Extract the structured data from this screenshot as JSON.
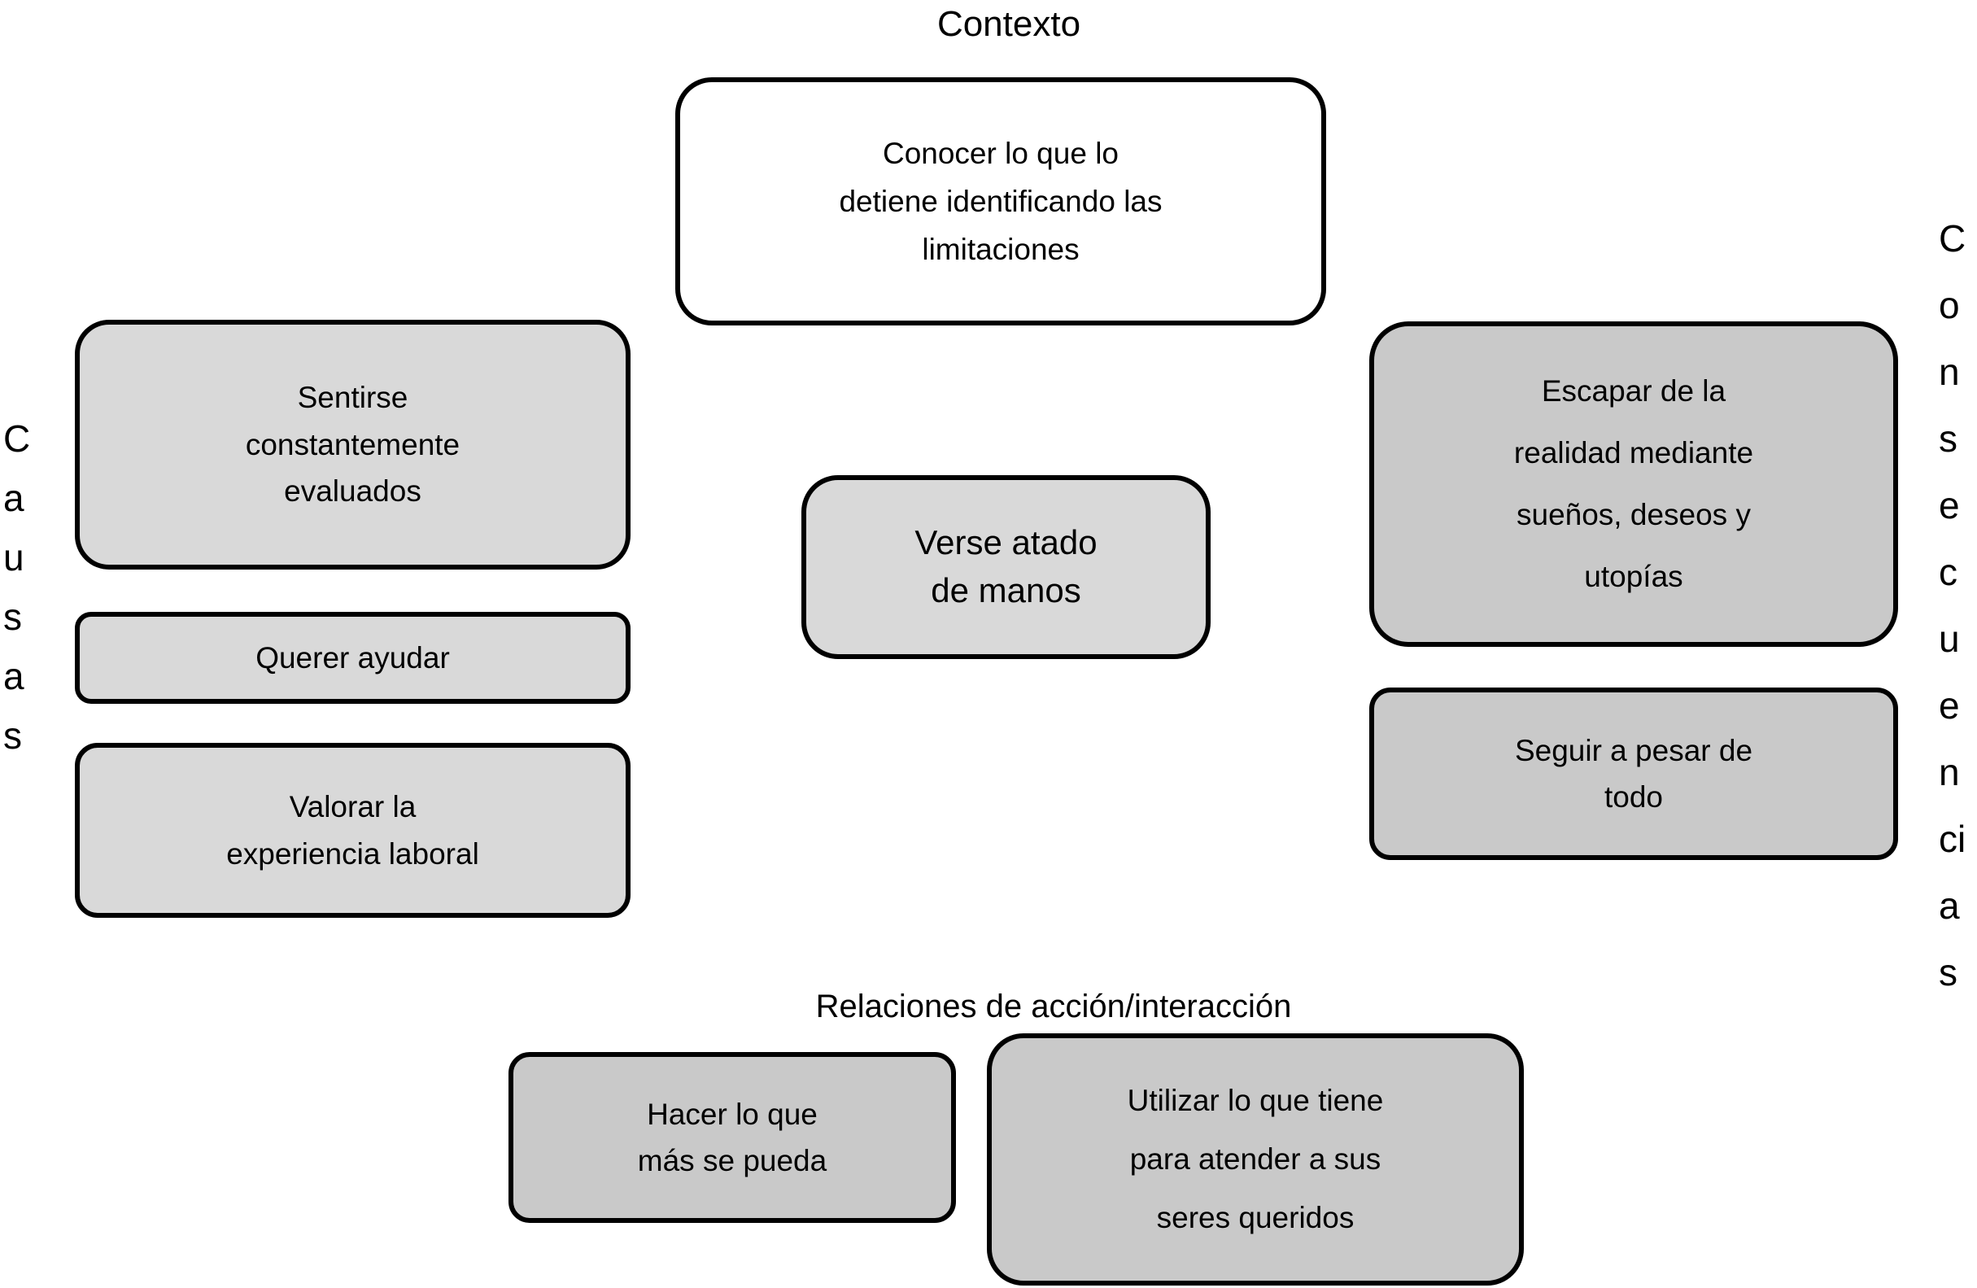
{
  "diagram": {
    "top_title": "Contexto",
    "bottom_title": "Relaciones de acción/interacción",
    "left_vertical_label": {
      "word": "Causas",
      "stacked": "C\na\nu\ns\na\ns"
    },
    "right_vertical_label": {
      "word": "Consecuencias",
      "stacked": "C\no\nn\ns\ne\nc\nu\ne\nn\nci\na\ns"
    },
    "boxes": {
      "context": "Conocer lo que lo\ndetiene identificando las\nlimitaciones",
      "cause_1": "Sentirse\nconstantemente\nevaluados",
      "cause_2": "Querer ayudar",
      "cause_3": "Valorar la\nexperiencia laboral",
      "central": "Verse atado\nde manos",
      "consequence_1": "Escapar de la\nrealidad mediante\nsueños, deseos y\nutopías",
      "consequence_2": "Seguir a pesar de\ntodo",
      "action_1": "Hacer lo que\nmás se pueda",
      "action_2": "Utilizar lo que tiene\npara atender a sus\nseres queridos"
    },
    "colors": {
      "background": "#ffffff",
      "white_box": "#ffffff",
      "light_box": "#d9d9d9",
      "dark_box": "#c9c9c9",
      "border": "#000000",
      "text": "#000000"
    }
  }
}
